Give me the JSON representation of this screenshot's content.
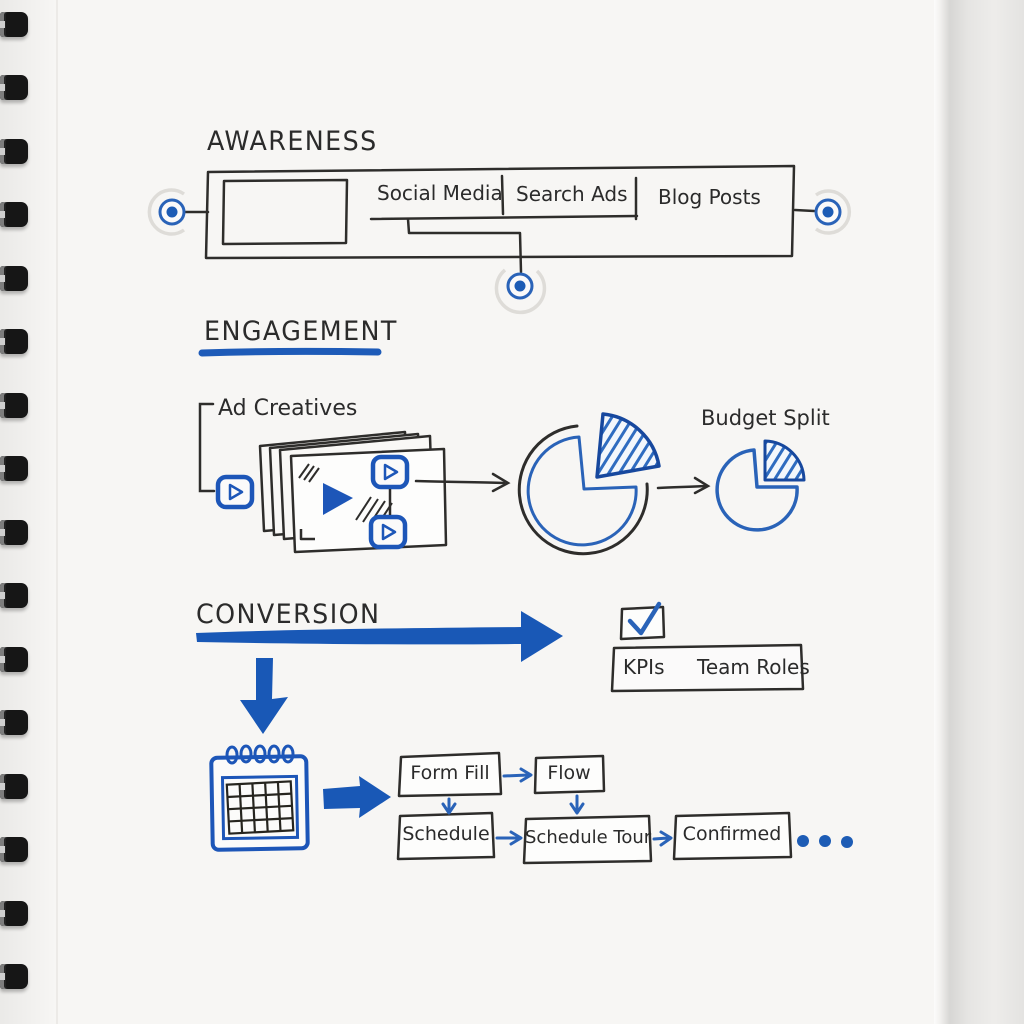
{
  "notebook": {
    "paper_color": "#f7f6f4",
    "ink_color": "#2b2b2b",
    "marker_blue": "#1754b4",
    "pen_blue": "#2a63b8"
  },
  "awareness": {
    "title": "AWARENESS",
    "channels": [
      "Social Media",
      "Search Ads",
      "Blog Posts"
    ]
  },
  "engagement": {
    "title": "ENGAGEMENT",
    "ad_creatives_label": "Ad Creatives",
    "budget_split_label": "Budget Split"
  },
  "conversion": {
    "title": "CONVERSION",
    "kpis_label": "KPIs",
    "team_roles_label": "Team Roles",
    "flow": {
      "form_fill": "Form Fill",
      "flow": "Flow",
      "schedule": "Schedule",
      "schedule_tour": "Schedule Tour",
      "confirmed": "Confirmed"
    }
  },
  "chart_data": [
    {
      "type": "pie",
      "title": "Engagement pie (hand-drawn, exploded hatched slice)",
      "slices": [
        {
          "label": "remainder",
          "value": 75
        },
        {
          "label": "hatched slice (exploded)",
          "value": 25
        }
      ],
      "legend_position": "none"
    },
    {
      "type": "pie",
      "title": "Budget Split",
      "slices": [
        {
          "label": "remainder",
          "value": 75
        },
        {
          "label": "hatched slice",
          "value": 25
        }
      ],
      "legend_position": "none"
    }
  ]
}
